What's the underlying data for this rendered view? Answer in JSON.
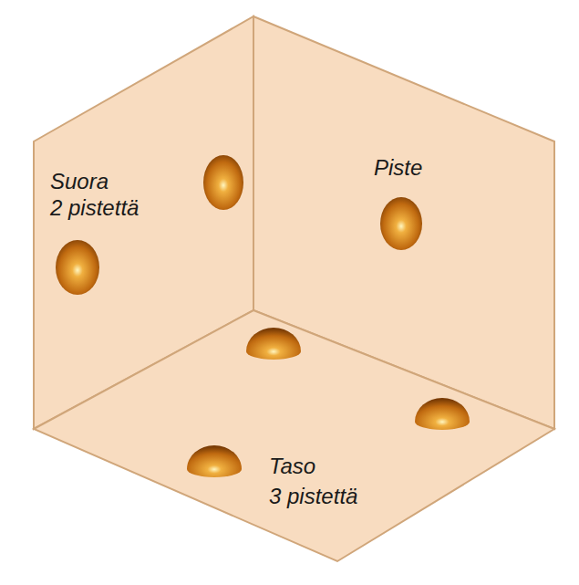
{
  "diagram": {
    "labels": [
      "Suora",
      "2 pistettä",
      "Piste",
      "Taso",
      "3 pistettä"
    ]
  }
}
